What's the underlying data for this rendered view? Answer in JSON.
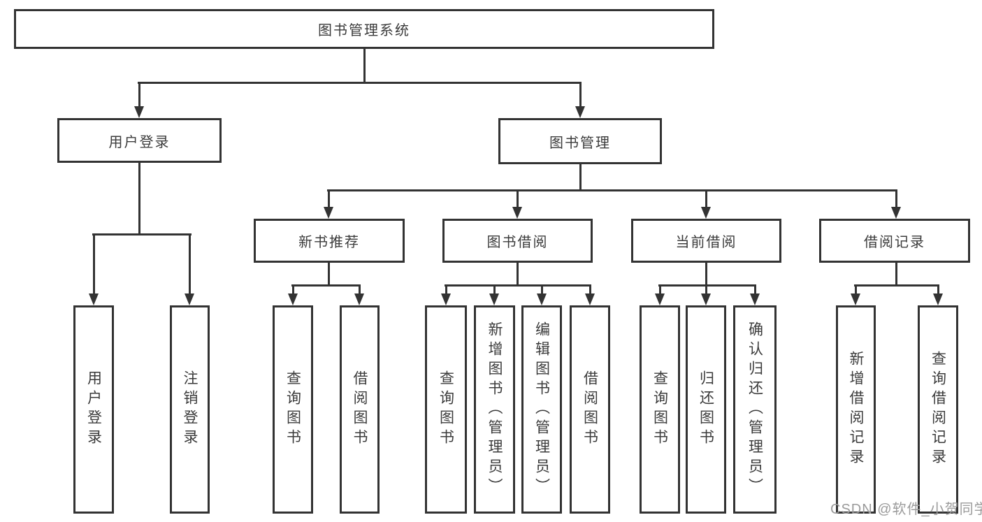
{
  "diagram": {
    "root": {
      "label": "图书管理系统"
    },
    "level2": [
      {
        "id": "user-login",
        "label": "用户登录"
      },
      {
        "id": "book-management",
        "label": "图书管理"
      }
    ],
    "level3": [
      {
        "id": "new-book-recommend",
        "label": "新书推荐"
      },
      {
        "id": "book-borrow",
        "label": "图书借阅"
      },
      {
        "id": "current-borrow",
        "label": "当前借阅"
      },
      {
        "id": "borrow-records",
        "label": "借阅记录"
      }
    ],
    "leaves": [
      {
        "parent": "user-login",
        "label": "用户登录"
      },
      {
        "parent": "user-login",
        "label": "注销登录"
      },
      {
        "parent": "new-book-recommend",
        "label": "查询图书"
      },
      {
        "parent": "new-book-recommend",
        "label": "借阅图书"
      },
      {
        "parent": "book-borrow",
        "label": "查询图书"
      },
      {
        "parent": "book-borrow",
        "label": "新增图书（管理员）"
      },
      {
        "parent": "book-borrow",
        "label": "编辑图书（管理员）"
      },
      {
        "parent": "book-borrow",
        "label": "借阅图书"
      },
      {
        "parent": "current-borrow",
        "label": "查询图书"
      },
      {
        "parent": "current-borrow",
        "label": "归还图书"
      },
      {
        "parent": "current-borrow",
        "label": "确认归还（管理员）"
      },
      {
        "parent": "borrow-records",
        "label": "新增借阅记录"
      },
      {
        "parent": "borrow-records",
        "label": "查询借阅记录"
      }
    ]
  },
  "watermark": {
    "text": "CSDN @软件_小贺同学"
  },
  "colors": {
    "line": "#333333",
    "text": "#3b3b3b",
    "watermark": "#9b9b9b",
    "background": "#ffffff"
  }
}
